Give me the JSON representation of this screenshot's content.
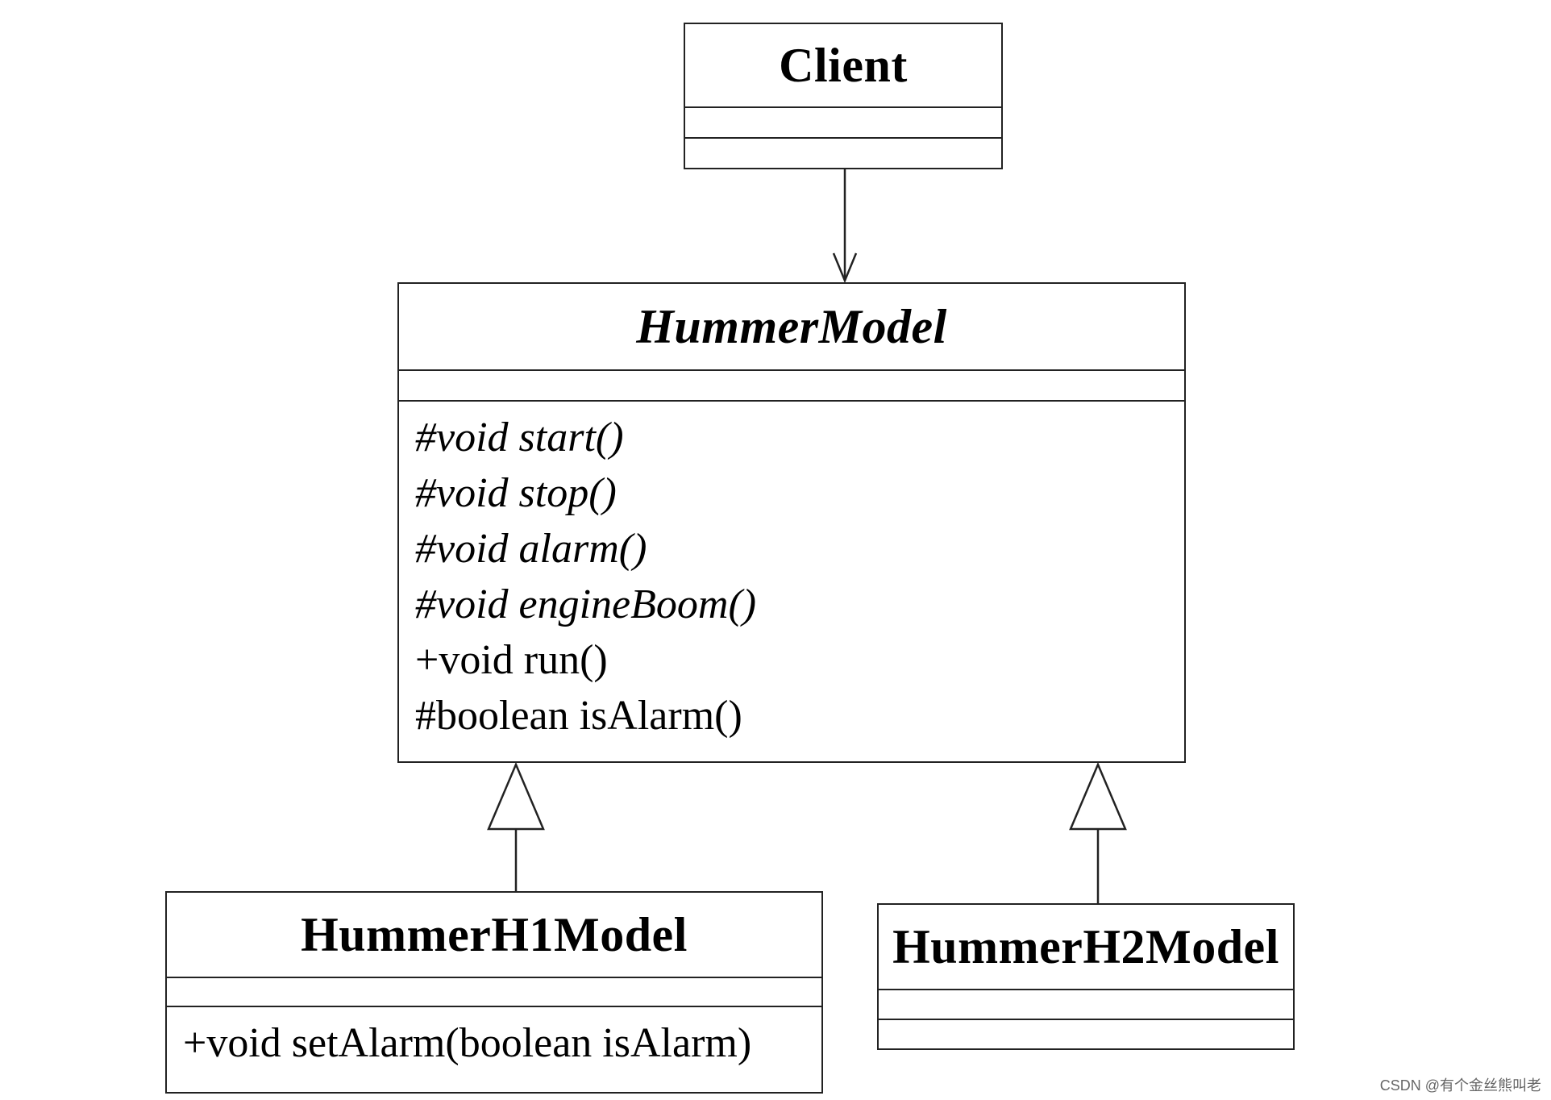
{
  "diagram": {
    "classes": {
      "client": {
        "name": "Client",
        "operations": []
      },
      "hummer_model": {
        "name": "HummerModel",
        "abstract": true,
        "operations": [
          {
            "text": "#void start()",
            "abstract": true
          },
          {
            "text": "#void stop()",
            "abstract": true
          },
          {
            "text": "#void alarm()",
            "abstract": true
          },
          {
            "text": "#void engineBoom()",
            "abstract": true
          },
          {
            "text": "+void run()",
            "abstract": false
          },
          {
            "text": "#boolean isAlarm()",
            "abstract": false
          }
        ]
      },
      "hummer_h1_model": {
        "name": "HummerH1Model",
        "operations": [
          {
            "text": "+void setAlarm(boolean isAlarm)",
            "abstract": false
          }
        ]
      },
      "hummer_h2_model": {
        "name": "HummerH2Model",
        "operations": []
      }
    },
    "relations": [
      {
        "type": "association",
        "from": "Client",
        "to": "HummerModel"
      },
      {
        "type": "generalization",
        "from": "HummerH1Model",
        "to": "HummerModel"
      },
      {
        "type": "generalization",
        "from": "HummerH2Model",
        "to": "HummerModel"
      }
    ],
    "colors": {
      "line": "#222222",
      "background": "#ffffff"
    }
  },
  "watermark": "CSDN @有个金丝熊叫老"
}
